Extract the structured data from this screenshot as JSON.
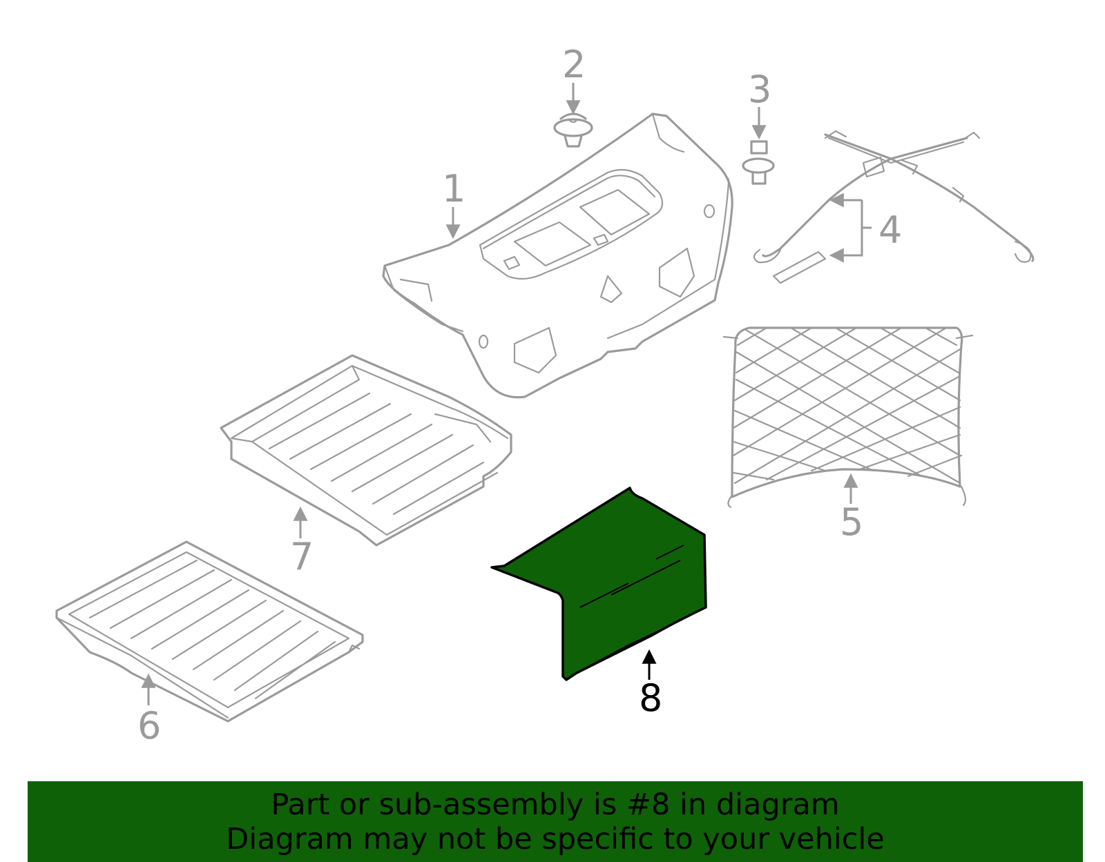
{
  "colors": {
    "line_grey": "#9a9a9a",
    "highlight_fill": "#0f6108",
    "highlight_stroke": "#000000",
    "banner_bg": "#0f6108",
    "banner_text": "#000000"
  },
  "callouts": {
    "c1": "1",
    "c2": "2",
    "c3": "3",
    "c4": "4",
    "c5": "5",
    "c6": "6",
    "c7": "7",
    "c8": "8"
  },
  "highlighted_part": "8",
  "banner": {
    "line1": "Part or sub-assembly is #8 in diagram",
    "line2": "Diagram may not be specific to your vehicle"
  }
}
